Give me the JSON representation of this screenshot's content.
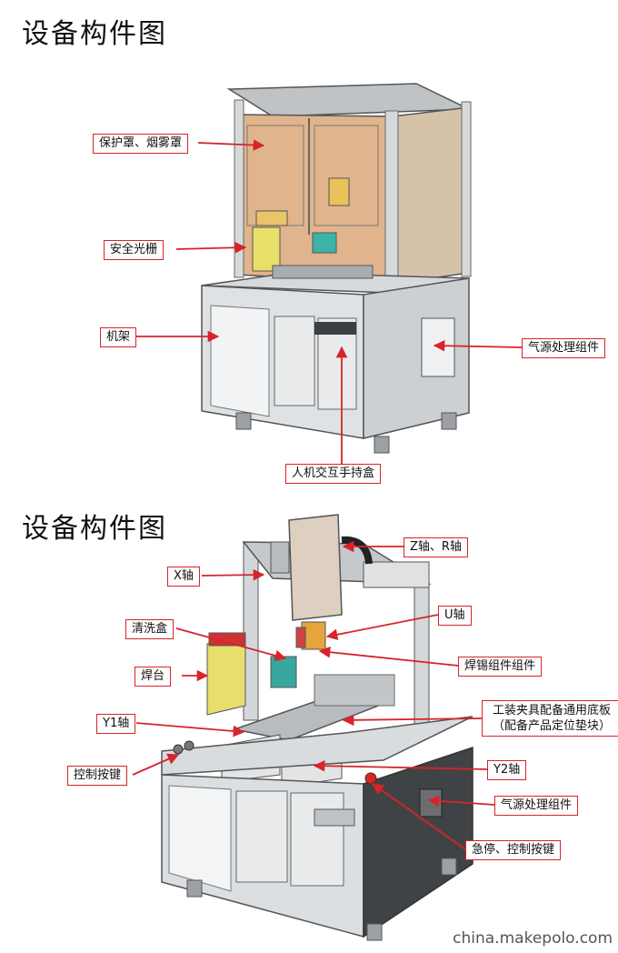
{
  "diagram1": {
    "title": "设备构件图",
    "labels": {
      "cover": "保护罩、烟雾罩",
      "light_curtain": "安全光栅",
      "frame": "机架",
      "air_source": "气源处理组件",
      "pendant": "人机交互手持盒"
    }
  },
  "diagram2": {
    "title": "设备构件图",
    "labels": {
      "zr_axis": "Z轴、R轴",
      "x_axis": "X轴",
      "u_axis": "U轴",
      "cleaning_box": "清洗盒",
      "solder_station": "焊台",
      "solder_assembly": "焊锡组件组件",
      "y1_axis": "Y1轴",
      "fixture_line1": "工装夹具配备通用底板",
      "fixture_line2": "（配备产品定位垫块）",
      "control_keys": "控制按键",
      "y2_axis": "Y2轴",
      "air_source": "气源处理组件",
      "estop": "急停、控制按键"
    }
  },
  "watermark": "china.makepolo.com",
  "colors": {
    "callout": "#d8232a",
    "frame_gray": "#c9cccf",
    "cover_tint": "#d9b08a"
  }
}
